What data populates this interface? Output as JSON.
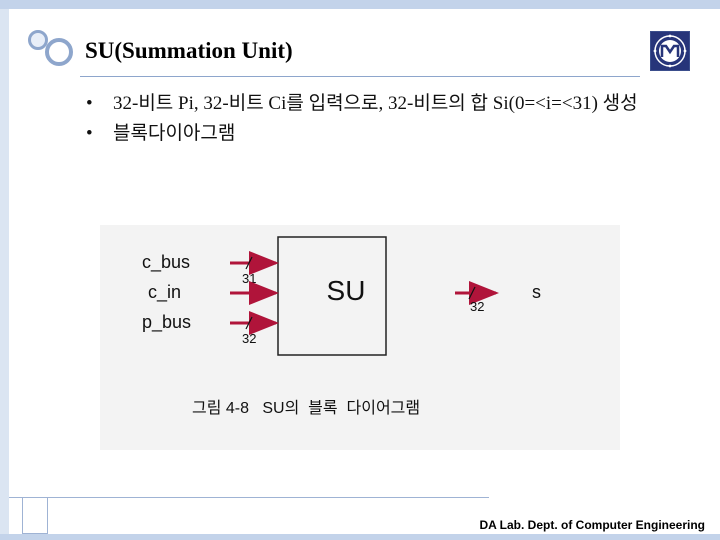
{
  "slide": {
    "title": "SU(Summation Unit)",
    "bullets": [
      {
        "marker": "•",
        "text": "32-비트 Pi, 32-비트 Ci를 입력으로, 32-비트의 합 Si(0=<i=<31) 생성"
      },
      {
        "marker": "•",
        "text": "블록다이아그램"
      }
    ],
    "footer": "DA Lab. Dept. of Computer Engineering"
  },
  "figure": {
    "block_label": "SU",
    "inputs": [
      {
        "name": "c_bus",
        "width": "31"
      },
      {
        "name": "c_in",
        "width": ""
      },
      {
        "name": "p_bus",
        "width": "32"
      }
    ],
    "output": {
      "name": "s",
      "width": "32"
    },
    "caption": "그림 4-8   SU의  블록  다이어그램",
    "colors": {
      "arrow": "#b0143a",
      "block_border": "#222222"
    }
  },
  "decor": {
    "logo_icon": "university-emblem-icon",
    "circles_icon": "decorative-circles-icon",
    "colors": {
      "frame": "#c3d3ea",
      "accent": "#8ea6cc"
    }
  }
}
